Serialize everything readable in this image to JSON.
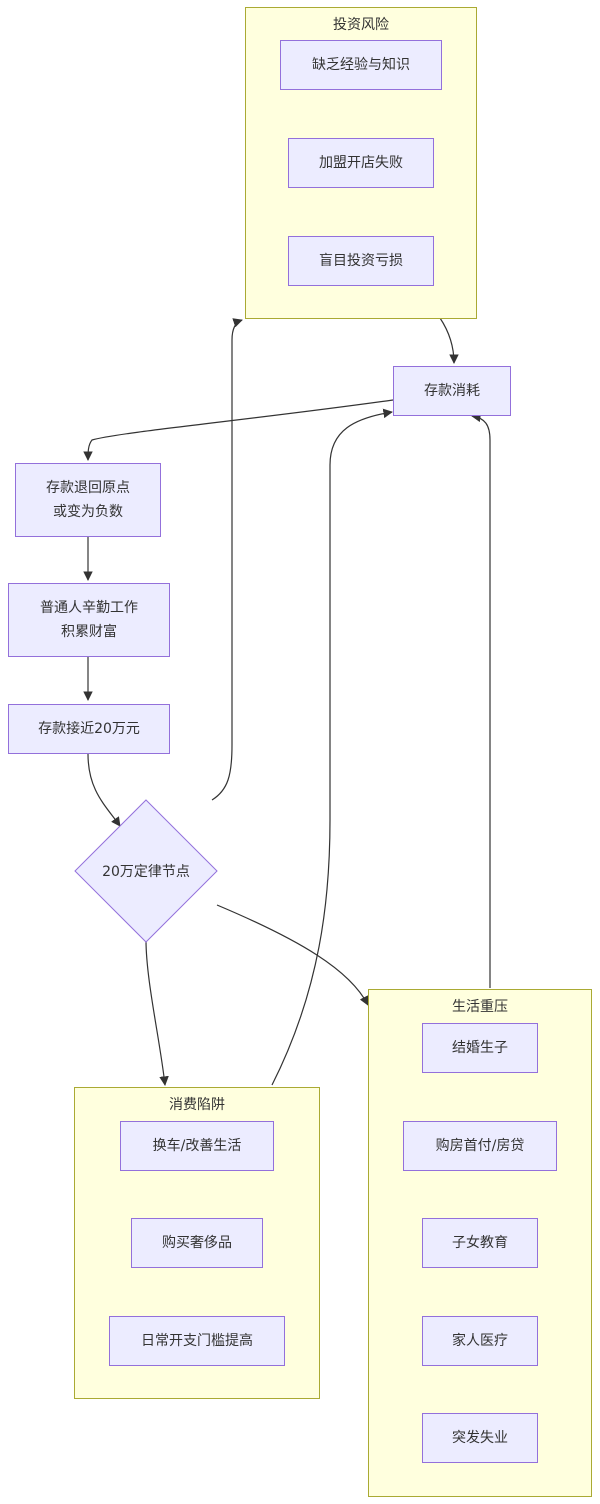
{
  "clusters": {
    "invest": {
      "title": "投资风险",
      "items": [
        "缺乏经验与知识",
        "加盟开店失败",
        "盲目投资亏损"
      ]
    },
    "consume": {
      "title": "消费陷阱",
      "items": [
        "换车/改善生活",
        "购买奢侈品",
        "日常开支门槛提高"
      ]
    },
    "life": {
      "title": "生活重压",
      "items": [
        "结婚生子",
        "购房首付/房贷",
        "子女教育",
        "家人医疗",
        "突发失业"
      ]
    }
  },
  "nodes": {
    "depletion": "存款消耗",
    "reset": "存款退回原点\n或变为负数",
    "work": "普通人辛勤工作\n积累财富",
    "near": "存款接近20万元",
    "decision": "20万定律节点"
  },
  "colors": {
    "node_fill": "#ececff",
    "node_border": "#9370db",
    "cluster_fill": "#ffffde",
    "cluster_border": "#aaaa33",
    "edge": "#333333"
  }
}
